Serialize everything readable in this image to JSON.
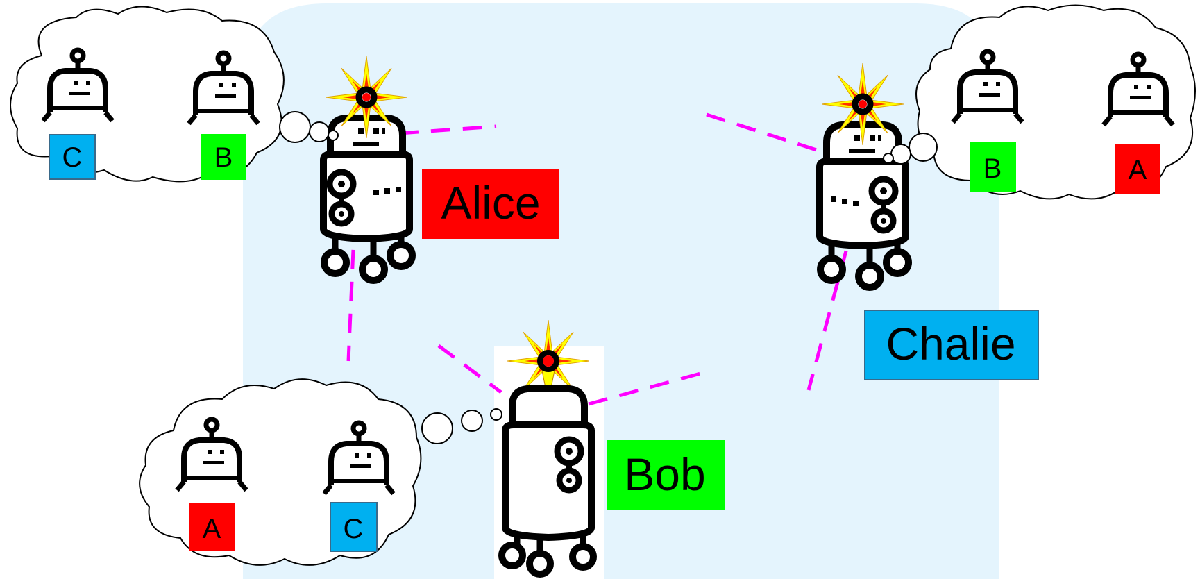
{
  "labels": {
    "alice": "Alice",
    "bob": "Bob",
    "charlie": "Chalie"
  },
  "thought_tags": {
    "alice": [
      "C",
      "B"
    ],
    "bob": [
      "A",
      "C"
    ],
    "charlie": [
      "B",
      "A"
    ]
  },
  "colors": {
    "alice": "#ff0000",
    "bob": "#00ff00",
    "charlie": "#00b0f0",
    "region": "#e4f4fd",
    "link": "#ff00ff"
  }
}
